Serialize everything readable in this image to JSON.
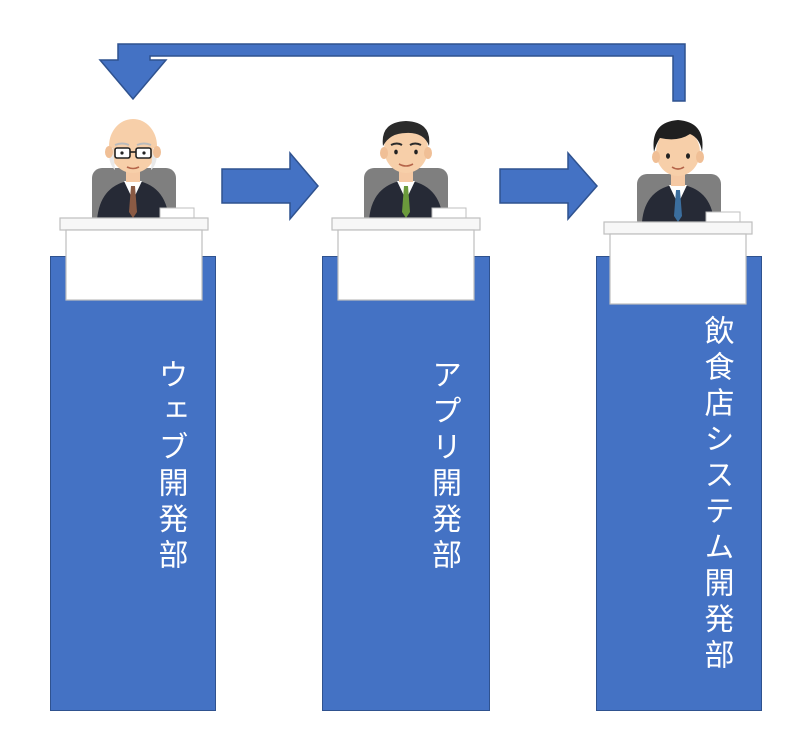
{
  "colors": {
    "block_fill": "#4472c4",
    "block_stroke": "#2f528f",
    "label_text": "#ffffff",
    "desk": "#f2f2f2",
    "desk_outline": "#bfbfbf"
  },
  "departments": [
    {
      "label": "ウェブ開発部",
      "person": "bald-elder-executive-with-glasses",
      "tie": "brown"
    },
    {
      "label": "アプリ開発部",
      "person": "middle-aged-executive",
      "tie": "green"
    },
    {
      "label": "飲食店システム開発部",
      "person": "young-executive",
      "tie": "blue"
    }
  ],
  "arrows": [
    {
      "from": 0,
      "to": 1,
      "direction": "right"
    },
    {
      "from": 1,
      "to": 2,
      "direction": "right"
    },
    {
      "from": 2,
      "to": 0,
      "direction": "loop-back-over-top"
    }
  ]
}
